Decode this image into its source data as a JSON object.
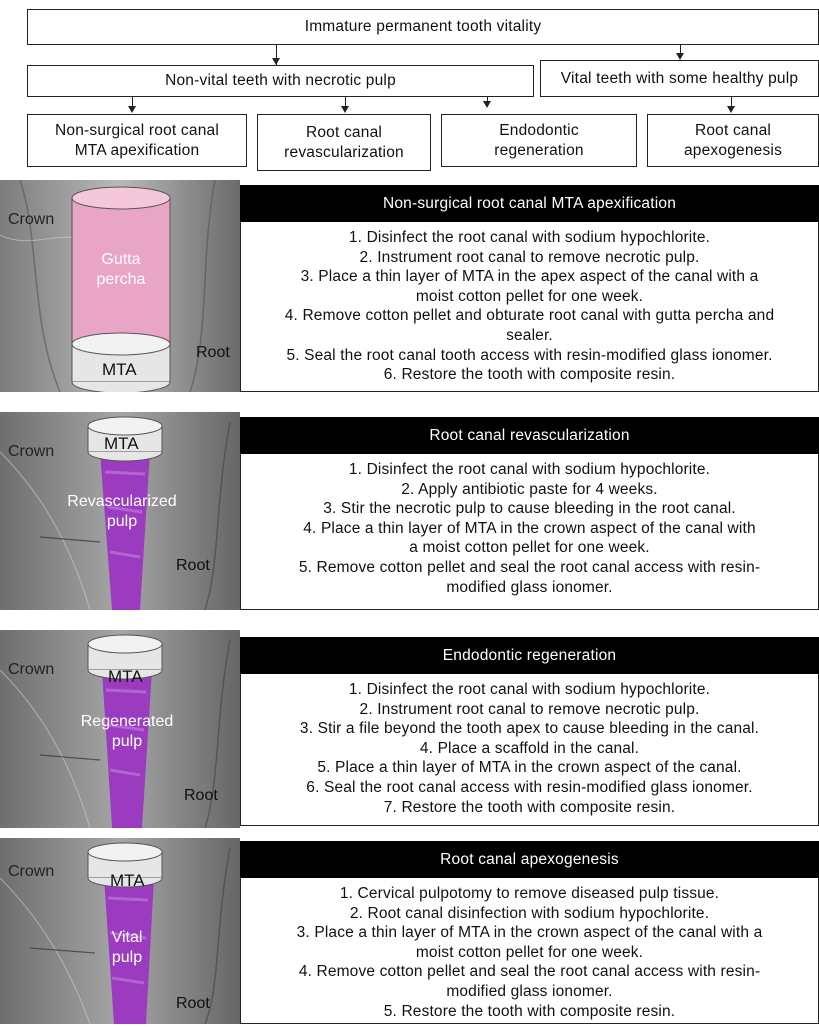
{
  "flowchart": {
    "root": "Immature permanent tooth vitality",
    "nonvital": "Non-vital teeth with necrotic pulp",
    "vital": "Vital teeth with some healthy pulp",
    "leaves": [
      "Non-surgical root canal\nMTA apexification",
      "Root canal\nrevascularization",
      "Endodontic\nregeneration",
      "Root canal\napexogenesis"
    ]
  },
  "panels": [
    {
      "title": "Non-surgical root canal MTA apexification",
      "labels": {
        "crown": "Crown",
        "root": "Root",
        "filling": "Gutta\npercha",
        "mta": "MTA"
      },
      "steps": [
        "1.  Disinfect the root canal with sodium hypochlorite.",
        "2.  Instrument root canal to remove necrotic pulp.",
        "3.  Place a thin layer of MTA in the apex aspect of the canal with a\nmoist cotton pellet for one week.",
        "4.  Remove cotton pellet and obturate root canal with gutta percha and\nsealer.",
        "5.  Seal the root canal tooth access with resin-modified glass ionomer.",
        "6.  Restore the tooth with composite resin."
      ]
    },
    {
      "title": "Root canal revascularization",
      "labels": {
        "crown": "Crown",
        "root": "Root",
        "filling": "Revascularized\npulp",
        "mta": "MTA"
      },
      "steps": [
        "1.  Disinfect the root canal with sodium hypochlorite.",
        "2.  Apply antibiotic paste for 4 weeks.",
        "3.  Stir the necrotic pulp to cause bleeding in the root canal.",
        "4.  Place a thin layer of MTA in the crown aspect of the canal with\na moist cotton pellet for one week.",
        "5.  Remove cotton pellet and seal the root canal access with resin-\nmodified glass ionomer."
      ]
    },
    {
      "title": "Endodontic regeneration",
      "labels": {
        "crown": "Crown",
        "root": "Root",
        "filling": "Regenerated\npulp",
        "mta": "MTA"
      },
      "steps": [
        "1.  Disinfect the root canal with sodium hypochlorite.",
        "2.  Instrument root canal to remove necrotic pulp.",
        "3.  Stir a file beyond the tooth apex to cause bleeding in the canal.",
        "4.  Place a scaffold in the canal.",
        "5.  Place a thin layer of MTA in the crown aspect of the canal.",
        "6.  Seal the root canal access with resin-modified glass ionomer.",
        "7.  Restore the tooth with composite resin."
      ]
    },
    {
      "title": "Root canal apexogenesis",
      "labels": {
        "crown": "Crown",
        "root": "Root",
        "filling": "Vital\npulp",
        "mta": "MTA"
      },
      "steps": [
        "1. Cervical pulpotomy to remove diseased pulp tissue.",
        "2.  Root canal disinfection with sodium hypochlorite.",
        "3.  Place a thin layer of MTA in the crown aspect of the canal with a\nmoist cotton pellet for one week.",
        "4.  Remove cotton pellet and seal the root canal access with resin-\nmodified glass ionomer.",
        "5.  Restore the tooth with composite resin."
      ]
    }
  ],
  "colors": {
    "gutta_percha": "#e8a6c4",
    "pulp": "#9b3cc0",
    "mta": "#e6e6e6"
  }
}
